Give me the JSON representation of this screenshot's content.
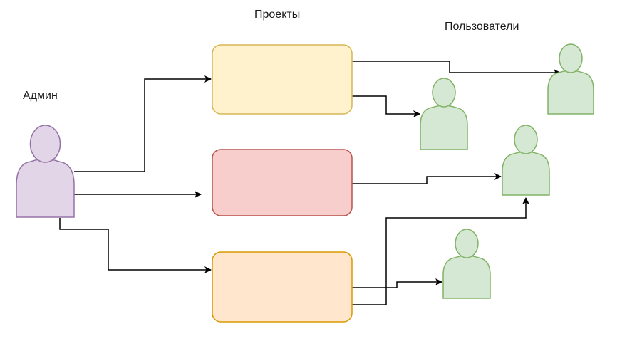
{
  "labels": {
    "admin": "Админ",
    "projects": "Проекты",
    "users": "Пользователи"
  },
  "colors": {
    "admin_fill": "#e1d5e7",
    "admin_stroke": "#9673a6",
    "user_fill": "#d5e8d4",
    "user_stroke": "#82b366",
    "project_yellow_fill": "#fff2cc",
    "project_yellow_stroke": "#d6b656",
    "project_red_fill": "#f8cecc",
    "project_red_stroke": "#b85450",
    "project_orange_fill": "#ffe6cc",
    "project_orange_stroke": "#d79b00",
    "connector": "#000000"
  },
  "nodes": {
    "admin": {
      "kind": "actor",
      "icon": "person-icon"
    },
    "projects": [
      {
        "id": "project-1",
        "color": "yellow"
      },
      {
        "id": "project-2",
        "color": "red"
      },
      {
        "id": "project-3",
        "color": "orange"
      }
    ],
    "users": [
      {
        "id": "user-1",
        "icon": "person-icon"
      },
      {
        "id": "user-2",
        "icon": "person-icon"
      },
      {
        "id": "user-3",
        "icon": "person-icon"
      },
      {
        "id": "user-4",
        "icon": "person-icon"
      }
    ]
  },
  "edges": [
    {
      "from": "admin",
      "to": "project-1"
    },
    {
      "from": "admin",
      "to": "project-2"
    },
    {
      "from": "admin",
      "to": "project-3"
    },
    {
      "from": "project-1",
      "to": "user-1"
    },
    {
      "from": "project-1",
      "to": "user-2"
    },
    {
      "from": "project-2",
      "to": "user-3"
    },
    {
      "from": "project-3",
      "to": "user-3"
    },
    {
      "from": "project-3",
      "to": "user-4"
    }
  ]
}
